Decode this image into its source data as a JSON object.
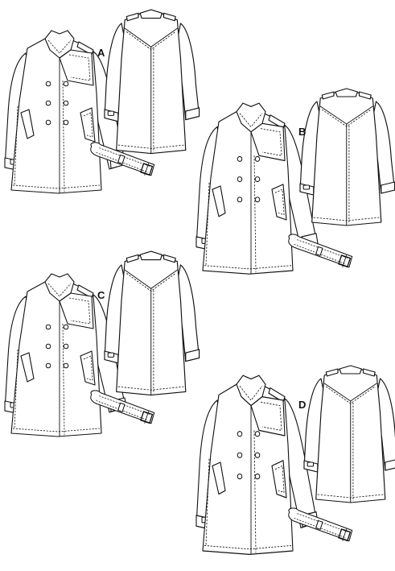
{
  "variants": [
    {
      "id": "A",
      "label": "A"
    },
    {
      "id": "B",
      "label": "B"
    },
    {
      "id": "C",
      "label": "C"
    },
    {
      "id": "D",
      "label": "D"
    }
  ],
  "colors": {
    "line": "#111111",
    "fill": "#ffffff",
    "background": "#ffffff"
  },
  "icons": [
    "trench-coat-front",
    "trench-coat-back",
    "belt-with-buckle"
  ]
}
